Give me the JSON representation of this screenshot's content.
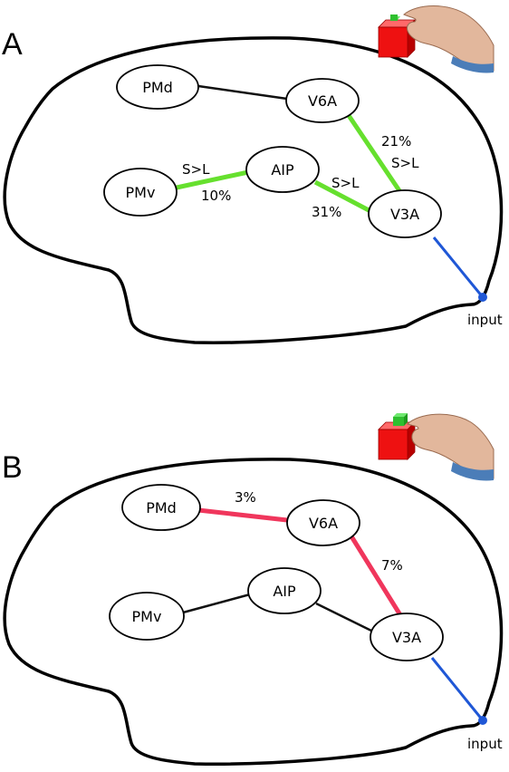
{
  "panels": [
    {
      "letter": "A",
      "nodes": {
        "pmd": "PMd",
        "v6a": "V6A",
        "pmv": "PMv",
        "aip": "AIP",
        "v3a": "V3A"
      },
      "edge_labels": {
        "v6a_v3a_pct": "21%",
        "v6a_v3a_cmp": "S>L",
        "pmv_aip_cmp": "S>L",
        "pmv_aip_pct": "10%",
        "aip_v3a_cmp": "S>L",
        "aip_v3a_pct": "31%"
      },
      "input_label": "input"
    },
    {
      "letter": "B",
      "nodes": {
        "pmd": "PMd",
        "v6a": "V6A",
        "pmv": "PMv",
        "aip": "AIP",
        "v3a": "V3A"
      },
      "edge_labels": {
        "pmd_v6a_pct": "3%",
        "v6a_v3a_pct": "7%"
      },
      "input_label": "input"
    }
  ],
  "colors": {
    "panel_a_highlight": "#66e02e",
    "panel_b_highlight": "#f0365c",
    "input_line": "#1f57d6",
    "plain_edge": "#111111"
  },
  "icons": [
    "hand-grasping-cube-icon"
  ]
}
